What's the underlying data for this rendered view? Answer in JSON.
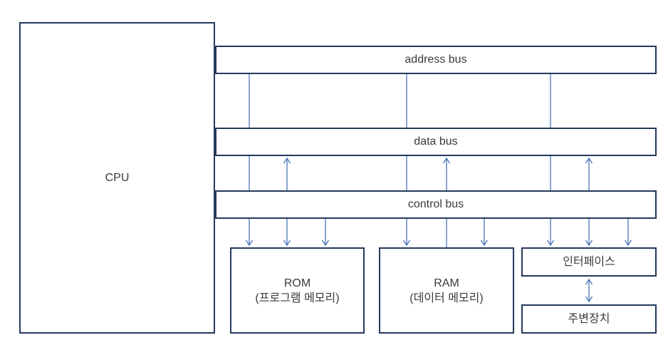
{
  "diagram": {
    "cpu": {
      "label": "CPU"
    },
    "buses": [
      {
        "id": "address-bus",
        "label": "address bus"
      },
      {
        "id": "data-bus",
        "label": "data bus"
      },
      {
        "id": "control-bus",
        "label": "control bus"
      }
    ],
    "devices": [
      {
        "id": "rom",
        "label": "ROM",
        "sublabel": "(프로그램 메모리)"
      },
      {
        "id": "ram",
        "label": "RAM",
        "sublabel": "(데이터 메모리)"
      },
      {
        "id": "interface",
        "label": "인터페이스"
      },
      {
        "id": "peripheral",
        "label": "주변장치"
      }
    ],
    "connections": [
      {
        "from": "address bus",
        "to": "ROM",
        "direction": "down"
      },
      {
        "from": "address bus",
        "to": "RAM",
        "direction": "down"
      },
      {
        "from": "address bus",
        "to": "인터페이스",
        "direction": "down"
      },
      {
        "from": "ROM",
        "to": "data bus",
        "direction": "up"
      },
      {
        "from": "RAM",
        "to": "data bus",
        "direction": "up"
      },
      {
        "from": "인터페이스",
        "to": "data bus",
        "direction": "up"
      },
      {
        "from": "data bus",
        "to": "ROM",
        "direction": "down"
      },
      {
        "from": "data bus",
        "to": "RAM",
        "direction": "plain"
      },
      {
        "from": "data bus",
        "to": "인터페이스",
        "direction": "down"
      },
      {
        "from": "control bus",
        "to": "ROM",
        "direction": "down"
      },
      {
        "from": "control bus",
        "to": "RAM",
        "direction": "down"
      },
      {
        "from": "control bus",
        "to": "인터페이스",
        "direction": "down"
      },
      {
        "from": "인터페이스",
        "to": "주변장치",
        "direction": "both"
      }
    ],
    "colors": {
      "box_border": "#23395B",
      "connector": "#4A74B8",
      "text": "#3A3A3A",
      "background": "#FFFFFF"
    }
  }
}
